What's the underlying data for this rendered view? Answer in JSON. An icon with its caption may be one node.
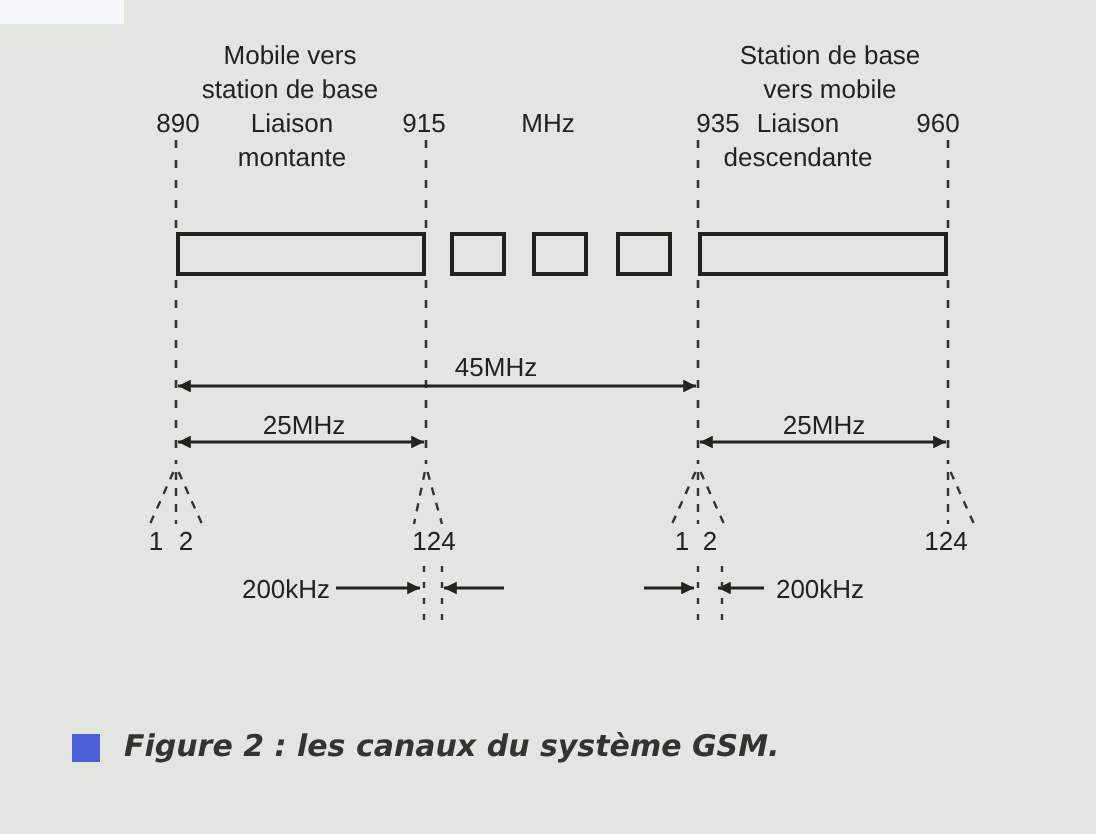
{
  "diagram": {
    "caption": "Figure 2 : les canaux du système GSM.",
    "nodes": [
      {
        "text": [],
        "shape": "box"
      },
      {
        "text": [],
        "shape": "box"
      },
      {
        "text": [],
        "shape": "box"
      },
      {
        "text": [],
        "shape": "box"
      },
      {
        "text": [],
        "shape": "box"
      }
    ],
    "edges": [],
    "labels": [
      "Mobile vers station de base",
      "Station de base vers mobile",
      "890",
      "Liaison montante",
      "915",
      "MHz",
      "935",
      "Liaison descendante",
      "960",
      "45MHz",
      "25MHz",
      "25MHz",
      "1",
      "2",
      "124",
      "1",
      "2",
      "124",
      "200kHz",
      "200kHz"
    ]
  }
}
